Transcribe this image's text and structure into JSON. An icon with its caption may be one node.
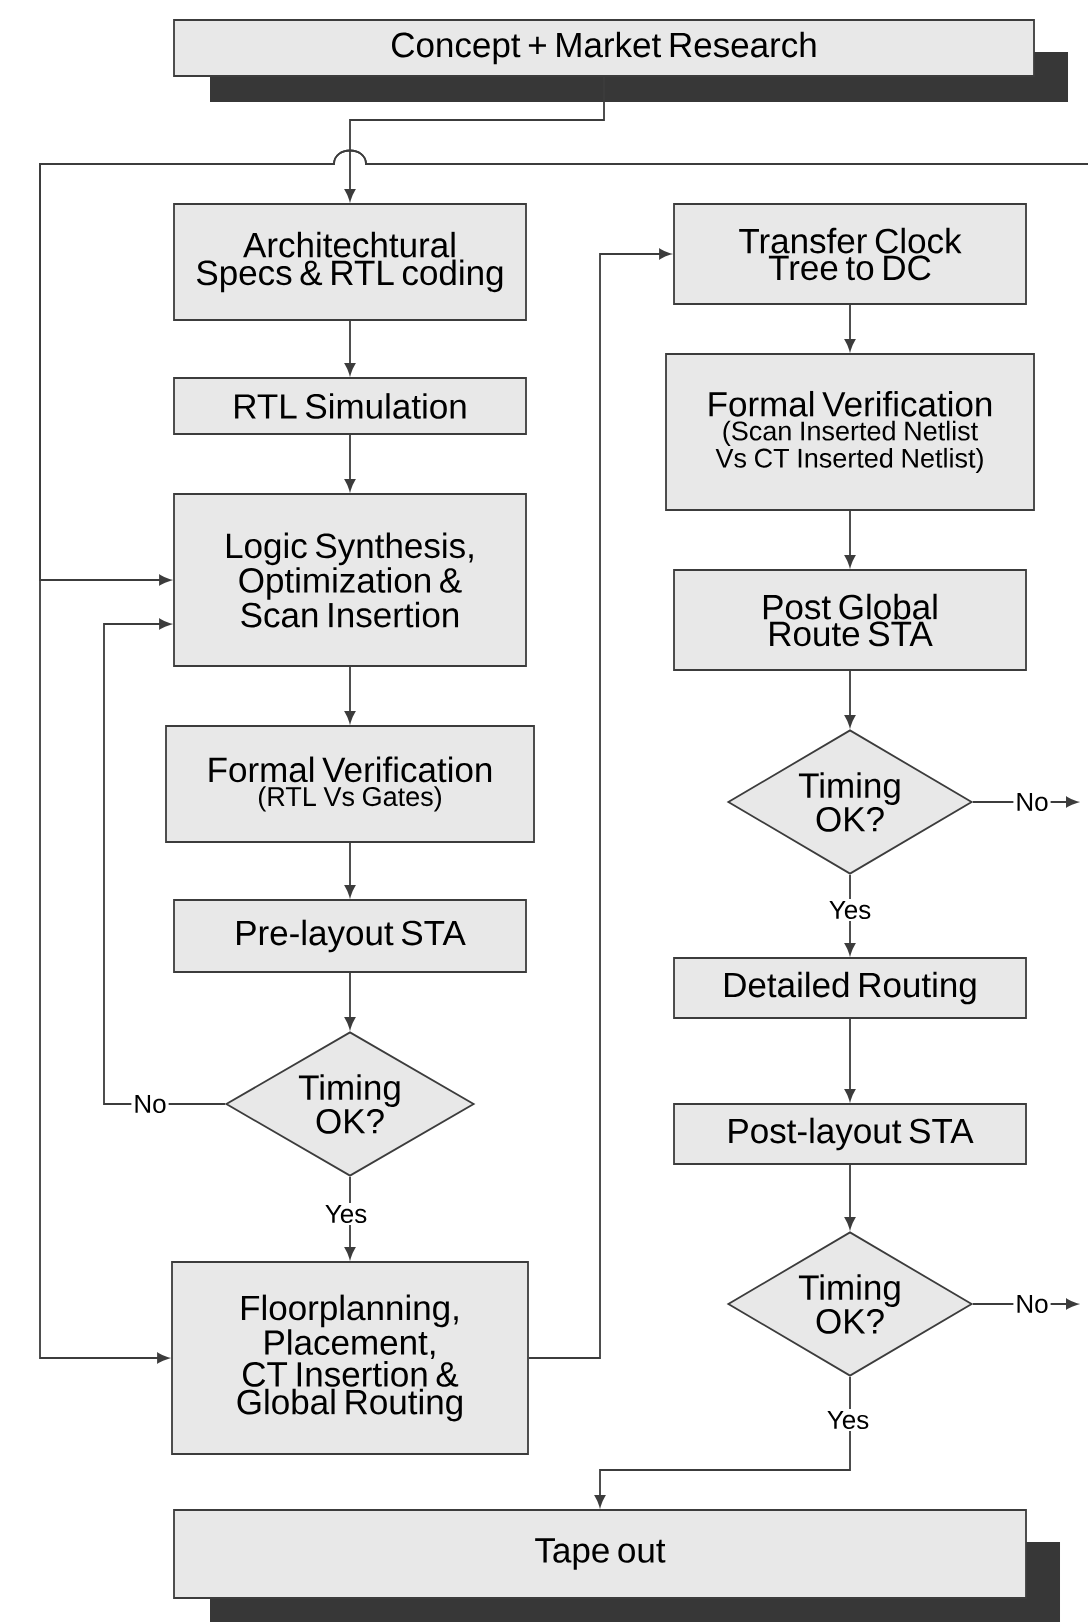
{
  "diagram": {
    "nodes": [
      {
        "text": [
          "Concept + Market Research"
        ]
      },
      {
        "text": [
          "Architechtural Specs & RTL coding"
        ]
      },
      {
        "text": [
          "RTL Simulation"
        ]
      },
      {
        "text": [
          "Logic Synthesis, Optimization & Scan Insertion"
        ]
      },
      {
        "text": [
          "Formal Verification",
          "(RTL Vs Gates)"
        ]
      },
      {
        "text": [
          "Pre-layout STA"
        ]
      },
      {
        "text": [
          "Timing OK?"
        ]
      },
      {
        "text": [
          "Floorplanning, Placement, CT Insertion & Global Routing"
        ]
      },
      {
        "text": [
          "Transfer Clock Tree to DC"
        ]
      },
      {
        "text": [
          "Formal Verification",
          "(Scan Inserted Netlist Vs CT Inserted Netlist)"
        ]
      },
      {
        "text": [
          "Post Global Route STA"
        ]
      },
      {
        "text": [
          "Timing OK?"
        ]
      },
      {
        "text": [
          "Detailed Routing"
        ]
      },
      {
        "text": [
          "Post-layout STA"
        ]
      },
      {
        "text": [
          "Timing OK?"
        ]
      },
      {
        "text": [
          "Tape out"
        ]
      }
    ],
    "edges": [
      {
        "from": 0,
        "to": 1,
        "arrow": "to"
      },
      {
        "from": 1,
        "to": 2,
        "arrow": "to"
      },
      {
        "from": 2,
        "to": 3,
        "arrow": "to"
      },
      {
        "from": 3,
        "to": 4,
        "arrow": "to"
      },
      {
        "from": 4,
        "to": 5,
        "arrow": "to"
      },
      {
        "from": 5,
        "to": 6,
        "arrow": "to"
      },
      {
        "from": 6,
        "to": 3,
        "arrow": "to",
        "label": "No"
      },
      {
        "from": 6,
        "to": 7,
        "arrow": "to",
        "label": "Yes"
      },
      {
        "from": 7,
        "to": 8,
        "arrow": "to"
      },
      {
        "from": 8,
        "to": 9,
        "arrow": "to"
      },
      {
        "from": 9,
        "to": 10,
        "arrow": "to"
      },
      {
        "from": 10,
        "to": 11,
        "arrow": "to"
      },
      {
        "from": 11,
        "to": 12,
        "arrow": "to",
        "label": "Yes"
      },
      {
        "from": 11,
        "to": null,
        "arrow": "to",
        "label": "No"
      },
      {
        "from": 12,
        "to": 13,
        "arrow": "to"
      },
      {
        "from": 13,
        "to": 14,
        "arrow": "to"
      },
      {
        "from": 14,
        "to": 15,
        "arrow": "to",
        "label": "Yes"
      },
      {
        "from": 14,
        "to": null,
        "arrow": "to",
        "label": "No"
      },
      {
        "from": null,
        "to": 3,
        "arrow": "to"
      },
      {
        "from": null,
        "to": 7,
        "arrow": "to"
      }
    ]
  }
}
